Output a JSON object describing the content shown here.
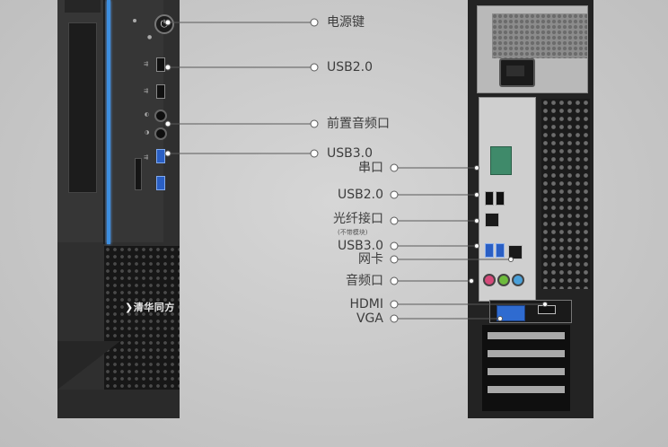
{
  "brand": {
    "logo_text": "清华同方"
  },
  "front_labels": [
    {
      "id": "power",
      "text": "电源键"
    },
    {
      "id": "usb2",
      "text": "USB2.0"
    },
    {
      "id": "audio",
      "text": "前置音频口"
    },
    {
      "id": "usb3",
      "text": "USB3.0"
    }
  ],
  "rear_labels": [
    {
      "id": "serial",
      "text": "串口"
    },
    {
      "id": "usb2",
      "text": "USB2.0"
    },
    {
      "id": "optical",
      "text": "光纤接口"
    },
    {
      "id": "usb3",
      "text": "USB3.0"
    },
    {
      "id": "lan",
      "text": "网卡"
    },
    {
      "id": "audio",
      "text": "音频口"
    },
    {
      "id": "hdmi",
      "text": "HDMI"
    },
    {
      "id": "vga",
      "text": "VGA"
    }
  ],
  "notes": {
    "optical_note": "(不带模块)"
  },
  "colors": {
    "accent_blue": "#3d8fe0",
    "line": "#5a5a5a",
    "text": "#3d3d3d"
  },
  "icons": [
    "power-icon",
    "usb-icon",
    "headphone-icon",
    "network-icon"
  ]
}
